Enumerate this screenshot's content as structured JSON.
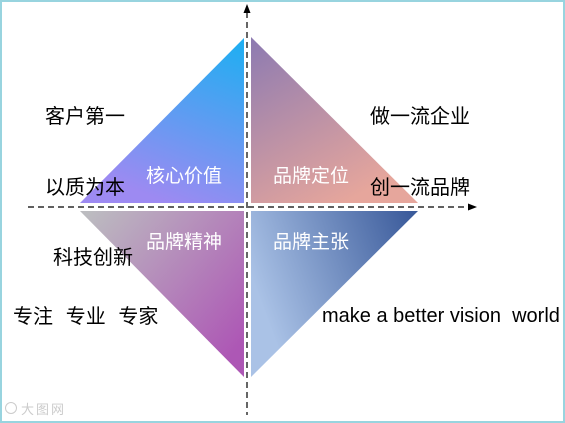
{
  "quadrants": {
    "top_left": {
      "label": "核心价值",
      "gradient": [
        "#20aef2",
        "#9d8af2"
      ]
    },
    "top_right": {
      "label": "品牌定位",
      "gradient": [
        "#8e7bb1",
        "#e6a69c"
      ]
    },
    "bottom_left": {
      "label": "品牌精神",
      "gradient": [
        "#bcbcc0",
        "#ad57b5"
      ]
    },
    "bottom_right": {
      "label": "品牌主张",
      "gradient": [
        "#aac2e6",
        "#3b5b9b"
      ]
    }
  },
  "corner_text": {
    "top_left": [
      "客户第一",
      "以质为本",
      "科技创新"
    ],
    "top_right": [
      "做一流企业",
      "创一流品牌"
    ],
    "bottom_left": "专注  专业  专家",
    "bottom_right": "make a better vision  world"
  },
  "colors": {
    "axis": "#000000",
    "frame": "#98d4df"
  },
  "watermark": "大图网"
}
